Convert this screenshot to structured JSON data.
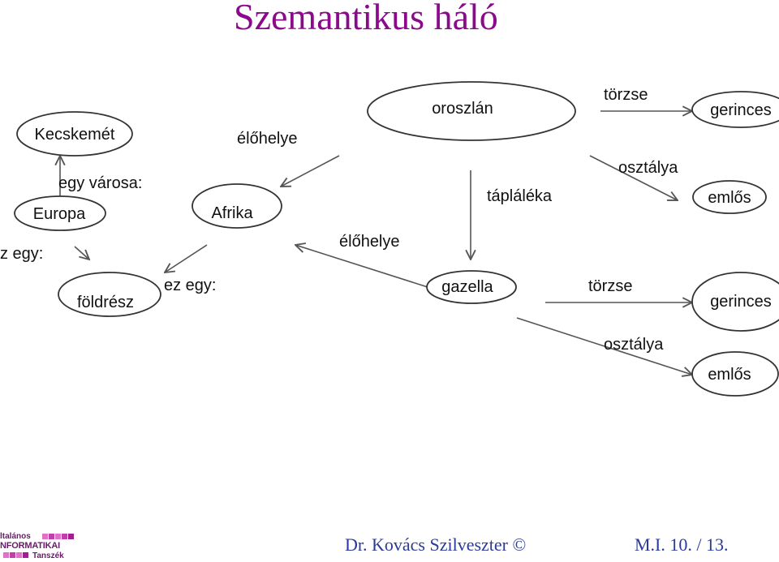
{
  "title": "Szemantikus háló",
  "nodes": [
    {
      "id": "kecskemet",
      "label": "Kecskemét"
    },
    {
      "id": "europa",
      "label": "Europa"
    },
    {
      "id": "afrika",
      "label": "Afrika"
    },
    {
      "id": "foldresz",
      "label": "földrész"
    },
    {
      "id": "oroszlan",
      "label": "oroszlán"
    },
    {
      "id": "gerinces1",
      "label": "gerinces"
    },
    {
      "id": "emlos1",
      "label": "emlős"
    },
    {
      "id": "gazella",
      "label": "gazella"
    },
    {
      "id": "gerinces2",
      "label": "gerinces"
    },
    {
      "id": "emlos2",
      "label": "emlős"
    }
  ],
  "edges": [
    {
      "id": "egy-varosa",
      "label": "egy városa:"
    },
    {
      "id": "ez-egy-left",
      "label": "z egy:"
    },
    {
      "id": "elohelye-top",
      "label": "élőhelye"
    },
    {
      "id": "ez-egy-afrika",
      "label": "ez egy:"
    },
    {
      "id": "elohelye-gazella",
      "label": "élőhelye"
    },
    {
      "id": "taplaleka",
      "label": "tápláléka"
    },
    {
      "id": "torzse-top",
      "label": "törzse"
    },
    {
      "id": "osztalya-top",
      "label": "osztálya"
    },
    {
      "id": "torzse-bottom",
      "label": "törzse"
    },
    {
      "id": "osztalya-bottom",
      "label": "osztálya"
    }
  ],
  "footer": {
    "author": "Dr. Kovács Szilveszter ©",
    "slide": "M.I. 10. / 13."
  },
  "logo": {
    "line1": "ltalános",
    "line2": "NFORMATIKAI",
    "line3": "Tanszék"
  }
}
